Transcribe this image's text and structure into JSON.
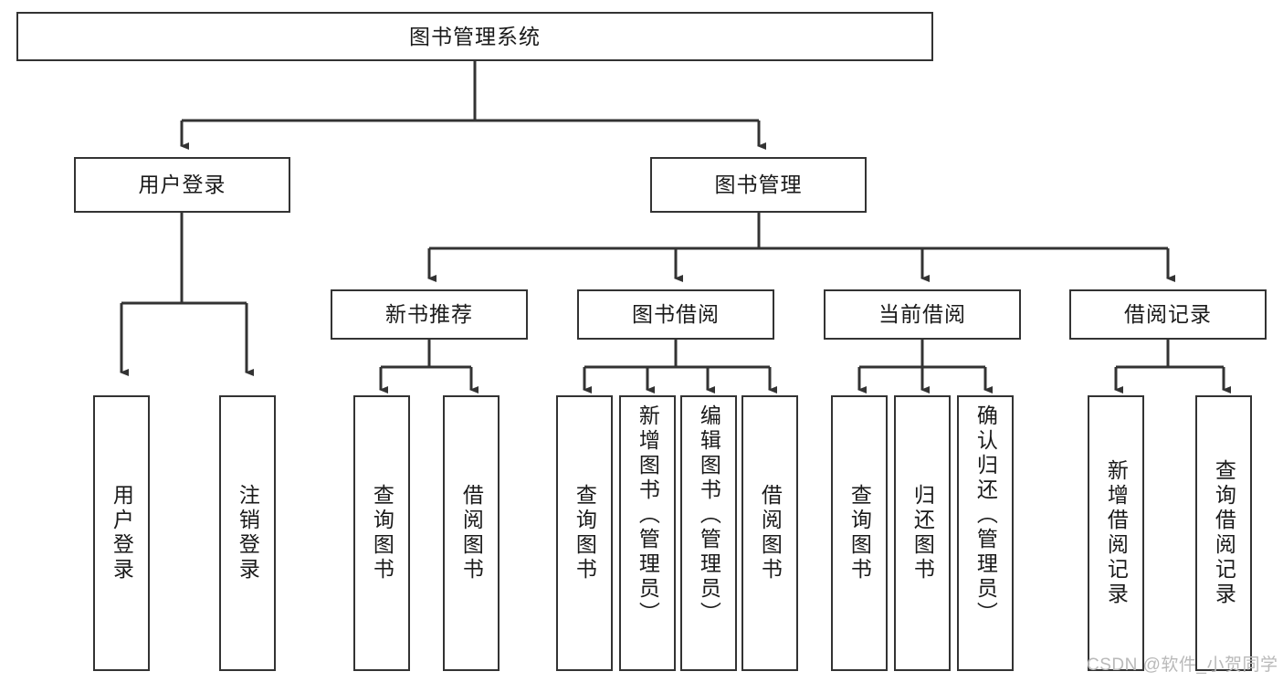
{
  "diagram": {
    "title": "图书管理系统",
    "type": "hierarchy-tree",
    "background_color": "#ffffff",
    "line_color": "#333333",
    "text_color": "#1a1a1a"
  },
  "root": {
    "label": "图书管理系统"
  },
  "level2": [
    {
      "label": "用户登录"
    },
    {
      "label": "图书管理"
    }
  ],
  "level3": [
    {
      "label": "新书推荐"
    },
    {
      "label": "图书借阅"
    },
    {
      "label": "当前借阅"
    },
    {
      "label": "借阅记录"
    }
  ],
  "leaves": {
    "user_login": [
      {
        "label": "用户登录"
      },
      {
        "label": "注销登录"
      }
    ],
    "new_book_recommend": [
      {
        "label": "查询图书"
      },
      {
        "label": "借阅图书"
      }
    ],
    "book_borrow": [
      {
        "label": "查询图书"
      },
      {
        "label": "新增图书（管理员）"
      },
      {
        "label": "编辑图书（管理员）"
      },
      {
        "label": "借阅图书"
      }
    ],
    "current_borrow": [
      {
        "label": "查询图书"
      },
      {
        "label": "归还图书"
      },
      {
        "label": "确认归还（管理员）"
      }
    ],
    "borrow_record": [
      {
        "label": "新增借阅记录"
      },
      {
        "label": "查询借阅记录"
      }
    ]
  },
  "watermark": {
    "text": "CSDN @软件_小贺同学"
  }
}
